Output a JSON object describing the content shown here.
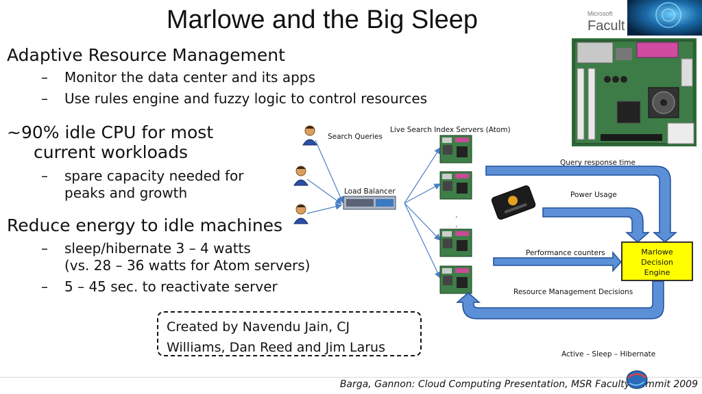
{
  "slide": {
    "title": "Marlowe and the Big Sleep",
    "section1": {
      "heading": "Adaptive Resource Management",
      "bullets": [
        "Monitor the data center and its apps",
        "Use rules engine and fuzzy logic to control resources"
      ]
    },
    "section2": {
      "heading_line1": "~90% idle CPU for most",
      "heading_line2": "current workloads",
      "bullet_line1": "spare capacity needed for",
      "bullet_line2": "peaks and growth"
    },
    "section3": {
      "heading": "Reduce energy to idle machines",
      "bullet1_line1": "sleep/hibernate 3 – 4 watts",
      "bullet1_line2": "(vs. 28 – 36 watts for Atom servers)",
      "bullet2": "5 – 45 sec. to reactivate server"
    },
    "dash": "–",
    "credit_line1": "Created by Navendu Jain, CJ",
    "credit_line2": "Williams, Dan Reed and Jim Larus",
    "footer": "Barga, Gannon: Cloud Computing Presentation, MSR Faculty Summit 2009",
    "logo_text_top": "Microsoft",
    "logo_text_bottom": "Facult"
  },
  "diagram": {
    "search_queries": "Search Queries",
    "live_search": "Live Search Index Servers (Atom)",
    "load_balancer": "Load Balancer",
    "query_response": "Query response time",
    "power_usage": "Power Usage",
    "perf_counters": "Performance counters",
    "engine_line1": "Marlowe",
    "engine_line2": "Decision",
    "engine_line3": "Engine",
    "rm_decisions": "Resource Management Decisions",
    "states": "Active – Sleep – Hibernate",
    "ellipsis_dot": "."
  },
  "colors": {
    "arrow_fill": "#5b8fd6",
    "arrow_stroke": "#1f4e9a",
    "engine_fill": "#ffff00",
    "thin_line": "#4a7fc6"
  }
}
